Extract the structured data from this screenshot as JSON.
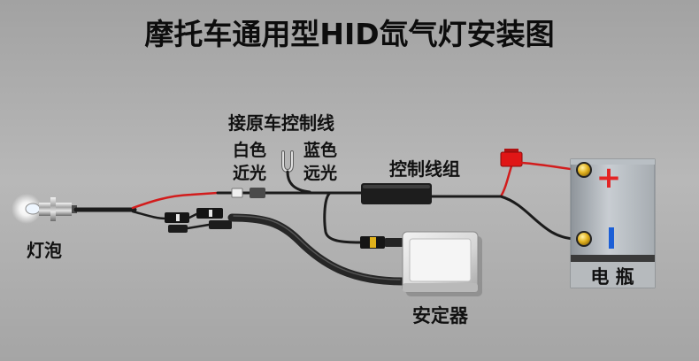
{
  "title": "摩托车通用型HID氙气灯安装图",
  "labels": {
    "original_control_line": "接原车控制线",
    "white_wire": "白色",
    "low_beam": "近光",
    "blue_wire": "蓝色",
    "high_beam": "远光",
    "control_harness": "控制线组",
    "bulb": "灯泡",
    "ballast": "安定器",
    "battery": "电 瓶",
    "positive_sign": "+"
  },
  "colors": {
    "positive": "#e32424",
    "negative": "#1c5fd6",
    "red_wire": "#d21c1c",
    "fuse": "#e01616",
    "black_wire": "#1b1b1b"
  }
}
